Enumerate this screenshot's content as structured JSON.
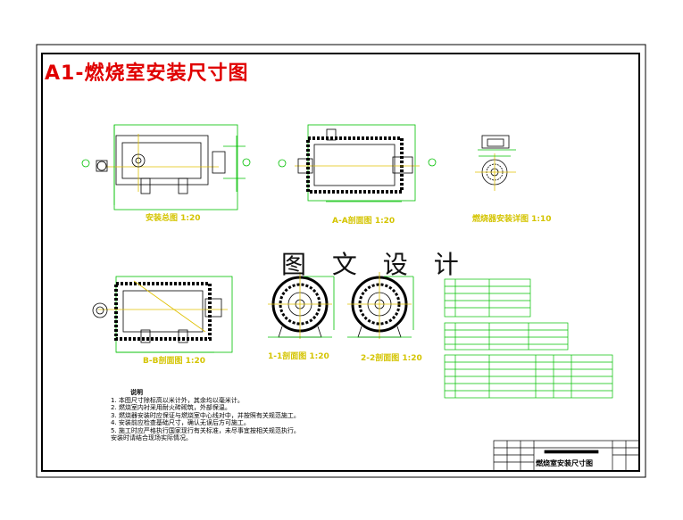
{
  "drawing": {
    "title": "A1-燃烧室安装尺寸图",
    "watermark": "图 文 设 计",
    "views": [
      {
        "label": "安装总图",
        "scale": "1:20"
      },
      {
        "label": "A-A剖面图",
        "scale": "1:20"
      },
      {
        "label": "燃烧器安装详图",
        "scale": "1:10"
      },
      {
        "label": "B-B剖面图",
        "scale": "1:20"
      },
      {
        "label": "1-1剖面图",
        "scale": "1:20"
      },
      {
        "label": "2-2剖面图",
        "scale": "1:20"
      }
    ],
    "notes": {
      "heading": "说明",
      "items": [
        "1. 本图尺寸除标高以米计外，其余均以毫米计。",
        "2. 燃烧室内衬采用耐火砖砌筑，外部保温。",
        "3. 燃烧器安装时应保证与燃烧室中心线对中，并按照有关规范施工。",
        "4. 安装前应检查基础尺寸，确认无误后方可施工。",
        "5. 施工时应严格执行国家现行有关标准，未尽事宜按相关规范执行。"
      ],
      "tail": "安装时请结合现场实际情况。"
    },
    "title_block": {
      "drawing_name": "燃烧室安装尺寸图"
    }
  }
}
